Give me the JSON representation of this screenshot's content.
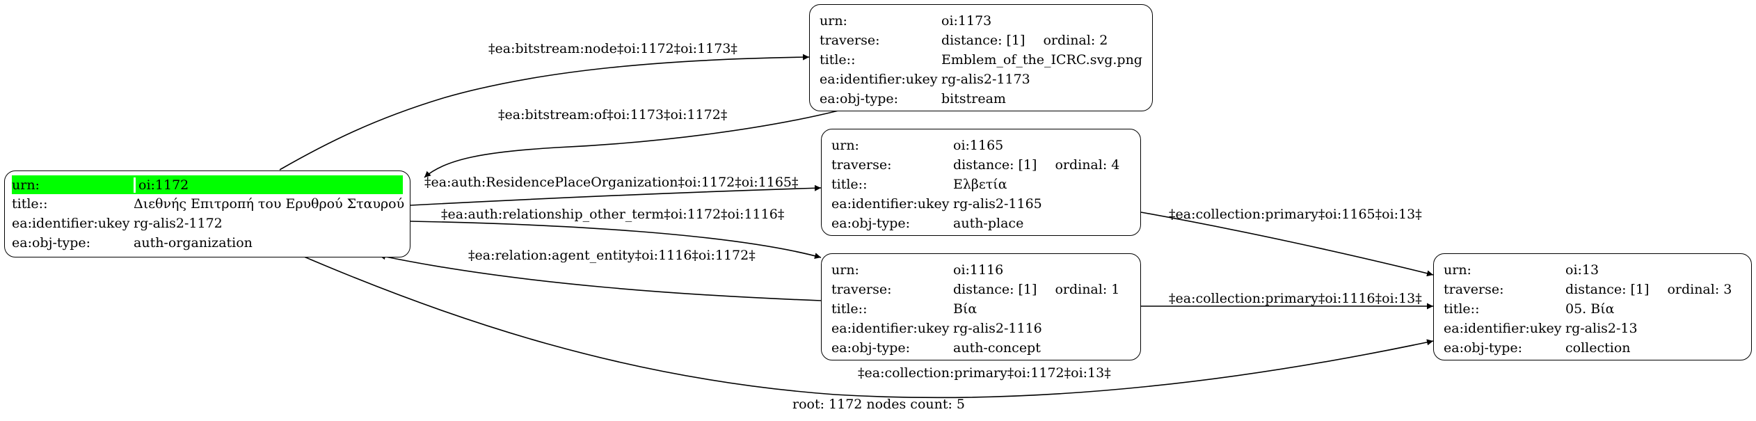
{
  "nodes": {
    "n1172": {
      "rows": [
        {
          "k": "urn:",
          "v": "oi:1172"
        },
        {
          "k": "title::",
          "v": "Διεθνής Επιτροπή του Ερυθρού Σταυρού"
        },
        {
          "k": "ea:identifier:ukey",
          "v": "rg-alis2-1172"
        },
        {
          "k": "ea:obj-type:",
          "v": "auth-organization"
        }
      ]
    },
    "n1173": {
      "rows": [
        {
          "k": "urn:",
          "v": "oi:1173"
        },
        {
          "k": "traverse:",
          "v": "distance: [1]",
          "v2": "ordinal: 2"
        },
        {
          "k": "title::",
          "v": "Emblem_of_the_ICRC.svg.png"
        },
        {
          "k": "ea:identifier:ukey",
          "v": "rg-alis2-1173"
        },
        {
          "k": "ea:obj-type:",
          "v": "bitstream"
        }
      ]
    },
    "n1165": {
      "rows": [
        {
          "k": "urn:",
          "v": "oi:1165"
        },
        {
          "k": "traverse:",
          "v": "distance: [1]",
          "v2": "ordinal: 4"
        },
        {
          "k": "title::",
          "v": "Ελβετία"
        },
        {
          "k": "ea:identifier:ukey",
          "v": "rg-alis2-1165"
        },
        {
          "k": "ea:obj-type:",
          "v": "auth-place"
        }
      ]
    },
    "n1116": {
      "rows": [
        {
          "k": "urn:",
          "v": "oi:1116"
        },
        {
          "k": "traverse:",
          "v": "distance: [1]",
          "v2": "ordinal: 1"
        },
        {
          "k": "title::",
          "v": "Βία"
        },
        {
          "k": "ea:identifier:ukey",
          "v": "rg-alis2-1116"
        },
        {
          "k": "ea:obj-type:",
          "v": "auth-concept"
        }
      ]
    },
    "n13": {
      "rows": [
        {
          "k": "urn:",
          "v": "oi:13"
        },
        {
          "k": "traverse:",
          "v": "distance: [1]",
          "v2": "ordinal: 3"
        },
        {
          "k": "title::",
          "v": "05. Βία"
        },
        {
          "k": "ea:identifier:ukey",
          "v": "rg-alis2-13"
        },
        {
          "k": "ea:obj-type:",
          "v": "collection"
        }
      ]
    }
  },
  "edges": {
    "e1": "‡ea:bitstream:node‡oi:1172‡oi:1173‡",
    "e2": "‡ea:bitstream:of‡oi:1173‡oi:1172‡",
    "e3": "‡ea:auth:ResidencePlaceOrganization‡oi:1172‡oi:1165‡",
    "e4": "‡ea:auth:relationship_other_term‡oi:1172‡oi:1116‡",
    "e5": "‡ea:relation:agent_entity‡oi:1116‡oi:1172‡",
    "e6": "‡ea:collection:primary‡oi:1165‡oi:13‡",
    "e7": "‡ea:collection:primary‡oi:1116‡oi:13‡",
    "e8": "‡ea:collection:primary‡oi:1172‡oi:13‡"
  },
  "footer": "root: 1172 nodes count: 5",
  "colors": {
    "root_highlight": "#00ff00",
    "line": "#000000",
    "background": "#ffffff"
  }
}
